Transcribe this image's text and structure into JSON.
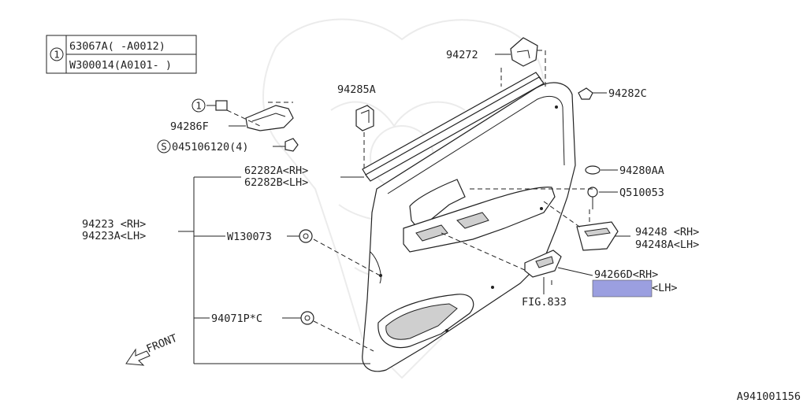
{
  "diagram_code": "A941001156",
  "ref_table": {
    "ref": "1",
    "rows": [
      "63067A( -A0012)",
      "W300014(A0101- )"
    ]
  },
  "labels": {
    "p94272": "94272",
    "p94285a": "94285A",
    "p94282c": "94282C",
    "callout_ref": "1",
    "p94286f": "94286F",
    "screw_symbol": "S",
    "screw_code": "045106120(4)",
    "p62282a": "62282A<RH>",
    "p62282b": "62282B<LH>",
    "p94280aa": "94280AA",
    "q510053": "Q510053",
    "p94223": "94223 <RH>",
    "p94223a": "94223A<LH>",
    "w130073": "W130073",
    "p94248": "94248 <RH>",
    "p94248a": "94248A<LH>",
    "p94266d": "94266D<RH>",
    "lh_suffix": "<LH>",
    "fig833": "FIG.833",
    "p94071p": "94071P*C",
    "front": "FRONT"
  },
  "highlight_color": "#9b9fe0"
}
